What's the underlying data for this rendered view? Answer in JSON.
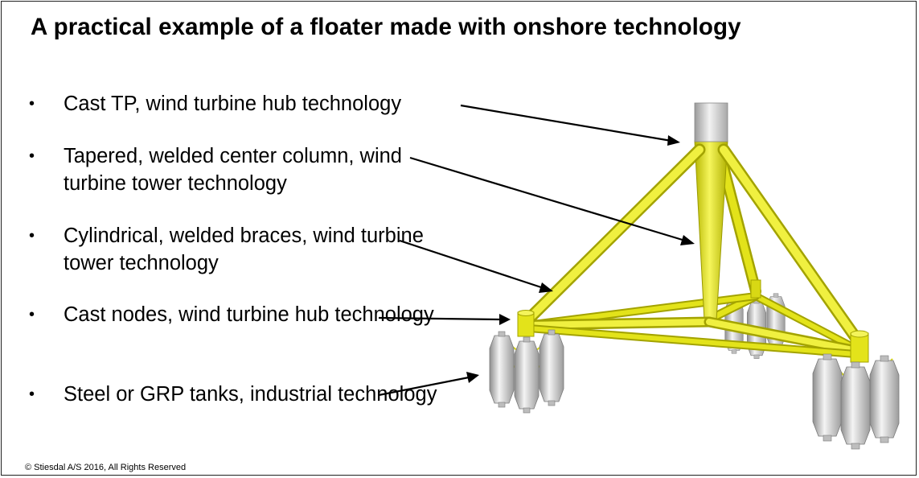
{
  "slide": {
    "title": "A practical example of a floater made with onshore technology",
    "bullet_symbol": "•",
    "bullets": [
      {
        "text": "Cast TP, wind turbine hub technology"
      },
      {
        "text": "Tapered, welded center column, wind turbine tower technology"
      },
      {
        "text": "Cylindrical, welded braces, wind turbine tower technology"
      },
      {
        "text": "Cast nodes, wind turbine hub technology"
      },
      {
        "text": "Steel or GRP tanks, industrial technology"
      }
    ],
    "copyright": "© Stiesdal A/S 2016, All Rights Reserved"
  },
  "colors": {
    "structure_yellow": "#e3e31a",
    "structure_yellow_light": "#f4f45a",
    "structure_yellow_dark": "#a3a300",
    "tank_gray": "#c9c9c9",
    "tower_gray": "#d2d2d2",
    "arrow": "#000000"
  }
}
